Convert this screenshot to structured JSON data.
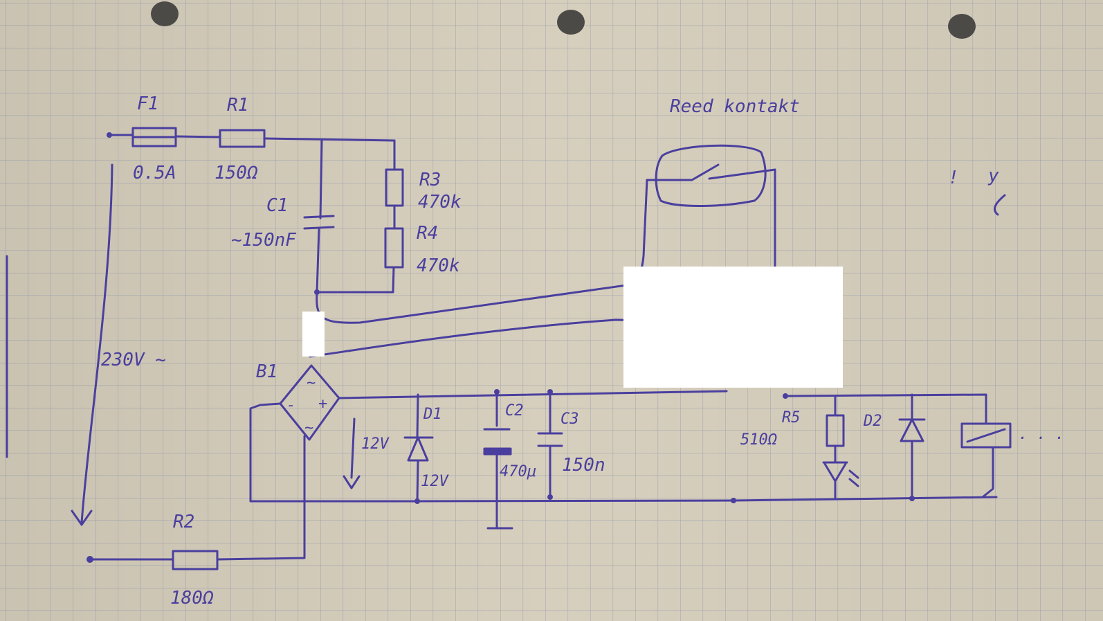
{
  "colors": {
    "paper": "#d7cfbd",
    "grid": "#a9aab2",
    "ink": "#4a3f9e",
    "redaction": "#ffffff"
  },
  "labels": {
    "f1": "F1",
    "f1_value": "0.5A",
    "r1": "R1",
    "r1_value": "150Ω",
    "r2": "R2",
    "r2_value": "180Ω",
    "r3": "R3",
    "r3_value": "470k",
    "r4": "R4",
    "r4_value": "470k",
    "c1": "C1",
    "c1_value": "~150nF",
    "b1": "B1",
    "bridge_ac1": "~",
    "bridge_ac2": "~",
    "bridge_minus": "-",
    "bridge_plus": "+",
    "mains": "230V ~",
    "dc_voltage": "12V",
    "d1": "D1",
    "d1_value": "12V",
    "c2": "C2",
    "c2_value": "470μ",
    "c3": "C3",
    "c3_value": "150n",
    "r5": "R5",
    "r5_value": "510Ω",
    "d2": "D2",
    "reed": "Reed kontakt",
    "relay_dots": ". . .",
    "note_exclaim": "!",
    "note_y": "y"
  }
}
